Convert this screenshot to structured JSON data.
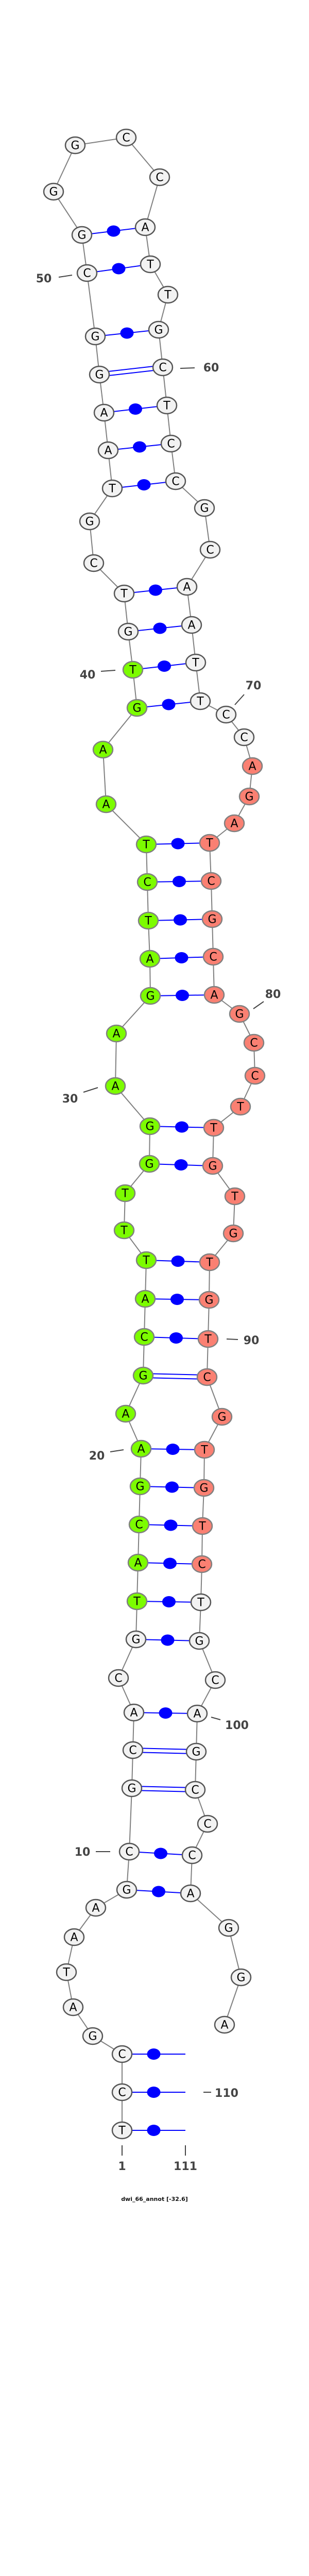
{
  "title": "dwi_66_annot [-32.6]",
  "sequence": "TCCGATAAGCGCACGTACGAAGCATTTGGAAGATCTAAGTGTCGTAAGGCGGGCCATTGCTCCGCAATTCCAGATCGCAGCCTTGTGTGTCGTGTCTGCAGCCCAGGA",
  "colors": {
    "default": "#f2f2f2",
    "green": "#7cfc00",
    "red": "#fa8072",
    "pair": "#0000ff",
    "backbone": "#808080"
  },
  "highlight": [
    {
      "from": 16,
      "to": 40,
      "color": "green"
    },
    {
      "from": 72,
      "to": 96,
      "color": "red"
    }
  ],
  "pairs": [
    [
      1,
      111
    ],
    [
      2,
      110
    ],
    [
      3,
      109
    ],
    [
      9,
      105
    ],
    [
      10,
      104
    ],
    [
      11,
      102
    ],
    [
      12,
      101
    ],
    [
      13,
      100
    ],
    [
      15,
      98
    ],
    [
      16,
      97
    ],
    [
      17,
      96
    ],
    [
      18,
      95
    ],
    [
      19,
      94
    ],
    [
      20,
      93
    ],
    [
      22,
      91
    ],
    [
      23,
      90
    ],
    [
      24,
      89
    ],
    [
      25,
      88
    ],
    [
      28,
      85
    ],
    [
      29,
      84
    ],
    [
      32,
      79
    ],
    [
      33,
      78
    ],
    [
      34,
      77
    ],
    [
      35,
      76
    ],
    [
      36,
      75
    ],
    [
      39,
      69
    ],
    [
      40,
      68
    ],
    [
      41,
      67
    ],
    [
      42,
      66
    ],
    [
      45,
      63
    ],
    [
      46,
      62
    ],
    [
      47,
      61
    ],
    [
      48,
      60
    ],
    [
      49,
      59
    ],
    [
      50,
      57
    ],
    [
      51,
      56
    ]
  ],
  "labels": [
    {
      "pos": 1,
      "text": "1"
    },
    {
      "pos": 10,
      "text": "10"
    },
    {
      "pos": 20,
      "text": "20"
    },
    {
      "pos": 30,
      "text": "30"
    },
    {
      "pos": 40,
      "text": "40"
    },
    {
      "pos": 50,
      "text": "50"
    },
    {
      "pos": 60,
      "text": "60"
    },
    {
      "pos": 70,
      "text": "70"
    },
    {
      "pos": 80,
      "text": "80"
    },
    {
      "pos": 90,
      "text": "90"
    },
    {
      "pos": 100,
      "text": "100"
    },
    {
      "pos": 110,
      "text": "110"
    },
    {
      "pos": 111,
      "text": "111"
    }
  ]
}
